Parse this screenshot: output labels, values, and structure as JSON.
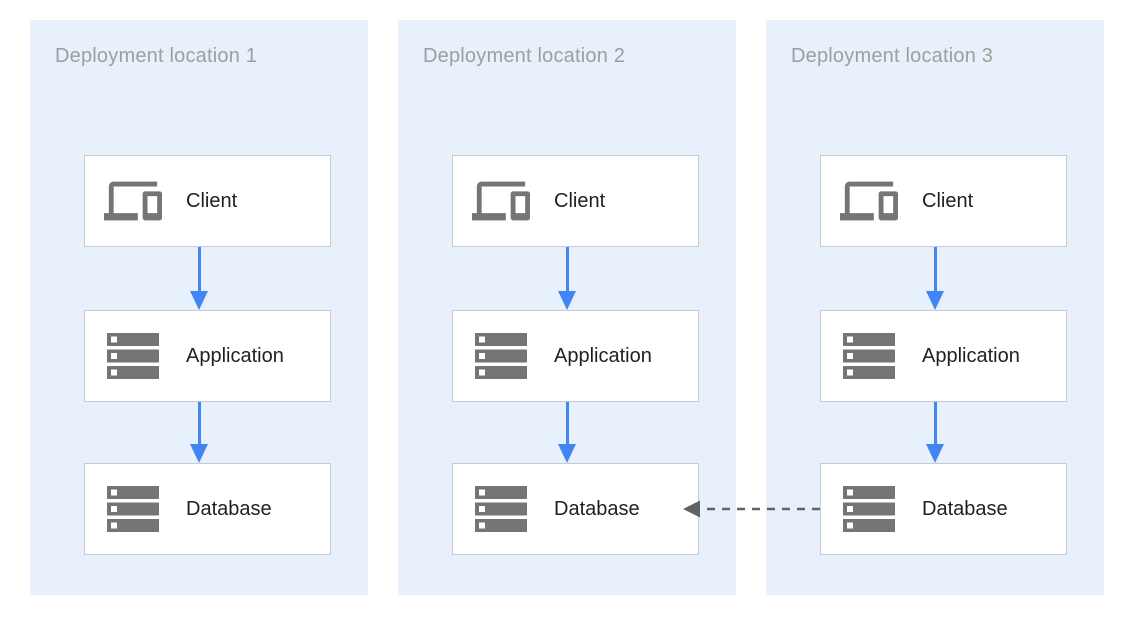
{
  "colors": {
    "page_bg": "#ffffff",
    "panel_bg": "#e8f1fb",
    "panel_title": "#9e9e9e",
    "box_bg": "#ffffff",
    "box_border": "#c9cccf",
    "label_text": "#212121",
    "icon_gray": "#757575",
    "arrow_blue": "#4285f4",
    "dashed_arrow_gray": "#5f6368"
  },
  "panels": [
    {
      "title": "Deployment location 1",
      "nodes": [
        {
          "label": "Client",
          "icon": "devices-icon"
        },
        {
          "label": "Application",
          "icon": "server-icon"
        },
        {
          "label": "Database",
          "icon": "server-icon"
        }
      ]
    },
    {
      "title": "Deployment location 2",
      "nodes": [
        {
          "label": "Client",
          "icon": "devices-icon"
        },
        {
          "label": "Application",
          "icon": "server-icon"
        },
        {
          "label": "Database",
          "icon": "server-icon"
        }
      ]
    },
    {
      "title": "Deployment location 3",
      "nodes": [
        {
          "label": "Client",
          "icon": "devices-icon"
        },
        {
          "label": "Application",
          "icon": "server-icon"
        },
        {
          "label": "Database",
          "icon": "server-icon"
        }
      ]
    }
  ],
  "edges": [
    {
      "from": "Client (location 1)",
      "to": "Application (location 1)",
      "style": "solid blue arrow down"
    },
    {
      "from": "Application (location 1)",
      "to": "Database (location 1)",
      "style": "solid blue arrow down"
    },
    {
      "from": "Client (location 2)",
      "to": "Application (location 2)",
      "style": "solid blue arrow down"
    },
    {
      "from": "Application (location 2)",
      "to": "Database (location 2)",
      "style": "solid blue arrow down"
    },
    {
      "from": "Client (location 3)",
      "to": "Application (location 3)",
      "style": "solid blue arrow down"
    },
    {
      "from": "Application (location 3)",
      "to": "Database (location 3)",
      "style": "solid blue arrow down"
    },
    {
      "from": "Database (location 3)",
      "to": "Database (location 2)",
      "style": "dashed gray arrow left"
    }
  ]
}
